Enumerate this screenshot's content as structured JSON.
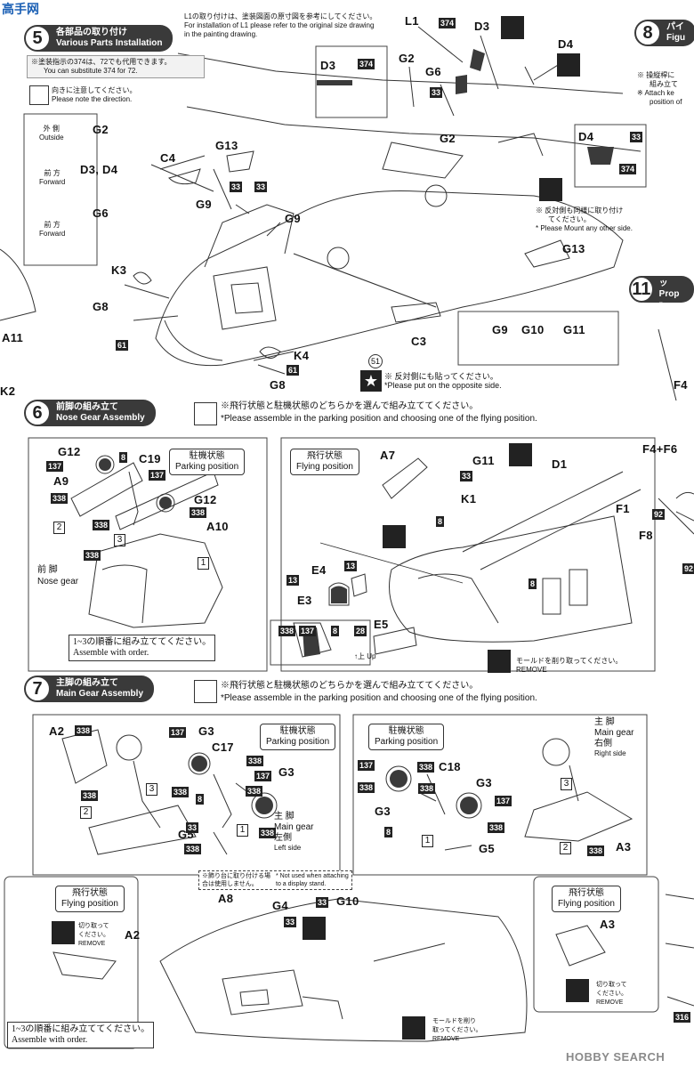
{
  "top_note": {
    "jp": "L1の取り付けは、塗装図面の原寸図を参考にしてください。",
    "en1": "For installation of L1 please refer to the original size drawing",
    "en2": "in the painting drawing."
  },
  "step5": {
    "num": "5",
    "jp": "各部品の取り付け",
    "en": "Various Parts Installation",
    "sub_jp": "※塗装指示の374は、72でも代用できます。",
    "sub_en": "You can substitute 374 for 72.",
    "dir_jp": "向きに注意してください。",
    "dir_en": "Please note the direction.",
    "legend": [
      {
        "jp": "外 側",
        "en": "Outside",
        "part": "G2"
      },
      {
        "jp": "前 方",
        "en": "Forward",
        "part": "D3, D4"
      },
      {
        "jp": "前 方",
        "en": "Forward",
        "part": "G6"
      }
    ],
    "parts": [
      "L1",
      "D3",
      "D4",
      "G2",
      "G6",
      "G13",
      "C4",
      "G9",
      "G9",
      "K3",
      "G8",
      "K4",
      "G8",
      "C3",
      "G13",
      "G2",
      "D3",
      "D4",
      "A11",
      "K2"
    ],
    "codes": [
      "374",
      "374",
      "33",
      "33",
      "33",
      "33",
      "61",
      "61",
      "374",
      "33"
    ],
    "mirror_note_jp": "※ 反対側も同様に取り付け",
    "mirror_note_jp2": "てください。",
    "mirror_note_en": "* Please Mount any other side.",
    "decal_num": "51",
    "decal_row": [
      "G9",
      "G10",
      "G11"
    ],
    "opposite_jp": "※ 反対側にも貼ってください。",
    "opposite_en": "*Please put on the opposite side."
  },
  "step8": {
    "num": "8",
    "jp": "パイ",
    "en": "Figu",
    "note1": "※ 操縦桿に",
    "note2": "組み立て",
    "note3": "※ Attach ke",
    "note4": "position of"
  },
  "step11": {
    "num": "11",
    "jp": "プロッ",
    "en": "Prop r"
  },
  "step6": {
    "num": "6",
    "jp": "前脚の組み立て",
    "en": "Nose Gear Assembly",
    "choose_jp": "※飛行状態と駐機状態のどちらかを選んで組み立ててください。",
    "choose_en": "*Please assemble in the parking position and choosing one of the flying position.",
    "parking_jp": "駐機状態",
    "parking_en": "Parking position",
    "flying_jp": "飛行状態",
    "flying_en": "Flying position",
    "nose_jp": "前 脚",
    "nose_en": "Nose gear",
    "order_jp": "1~3の順番に組み立ててください。",
    "order_en": "Assemble with order.",
    "remove_jp": "モールドを削り取ってください。",
    "remove_en": "REMOVE",
    "parts": [
      "G12",
      "C19",
      "A9",
      "G12",
      "A10",
      "A7",
      "G11",
      "D1",
      "K1",
      "E4",
      "E3",
      "E5",
      "F4",
      "F4+F6",
      "F1",
      "F8"
    ],
    "codes": [
      "8",
      "137",
      "338",
      "137",
      "338",
      "338",
      "338",
      "33",
      "8",
      "8",
      "13",
      "13",
      "338",
      "137",
      "8",
      "28",
      "92",
      "92"
    ],
    "up_label": "上",
    "up_en": "Up"
  },
  "step7": {
    "num": "7",
    "jp": "主脚の組み立て",
    "en": "Main Gear Assembly",
    "choose_jp": "※飛行状態と駐機状態のどちらかを選んで組み立ててください。",
    "choose_en": "*Please assemble in the parking position and choosing one of the flying position.",
    "parking_jp": "駐機状態",
    "parking_en": "Parking position",
    "flying_jp": "飛行状態",
    "flying_en": "Flying position",
    "main_left_jp": "主 脚",
    "main_left_en1": "Main gear",
    "main_left_jp2": "左側",
    "main_left_en2": "Left side",
    "main_right_jp": "主 脚",
    "main_right_en1": "Main gear",
    "main_right_jp2": "右側",
    "main_right_en2": "Right side",
    "stand_jp1": "※飾り台に取り付ける場",
    "stand_jp2": "合は使用しません。",
    "stand_en1": "* Not used when attaching",
    "stand_en2": "to a display stand.",
    "cut_jp": "切り取って",
    "cut_jp2": "ください。",
    "cut_en": "REMOVE",
    "remove_jp": "モールドを削り",
    "remove_jp2": "取ってください。",
    "remove_en": "REMOVE",
    "order_jp": "1~3の順番に組み立ててください。",
    "order_en": "Assemble with order.",
    "parts": [
      "A2",
      "G3",
      "C17",
      "G3",
      "G5",
      "C18",
      "G3",
      "G3",
      "G5",
      "A3",
      "A8",
      "G4",
      "G10",
      "A2",
      "A3"
    ],
    "codes": [
      "338",
      "137",
      "338",
      "137",
      "338",
      "338",
      "338",
      "8",
      "338",
      "137",
      "338",
      "338",
      "338",
      "137",
      "338",
      "8",
      "338",
      "338",
      "33",
      "33",
      "33",
      "316"
    ]
  },
  "circled": [
    "1",
    "2",
    "3"
  ],
  "watermark": "HOBBY SEARCH",
  "brand_tl": "高手网"
}
